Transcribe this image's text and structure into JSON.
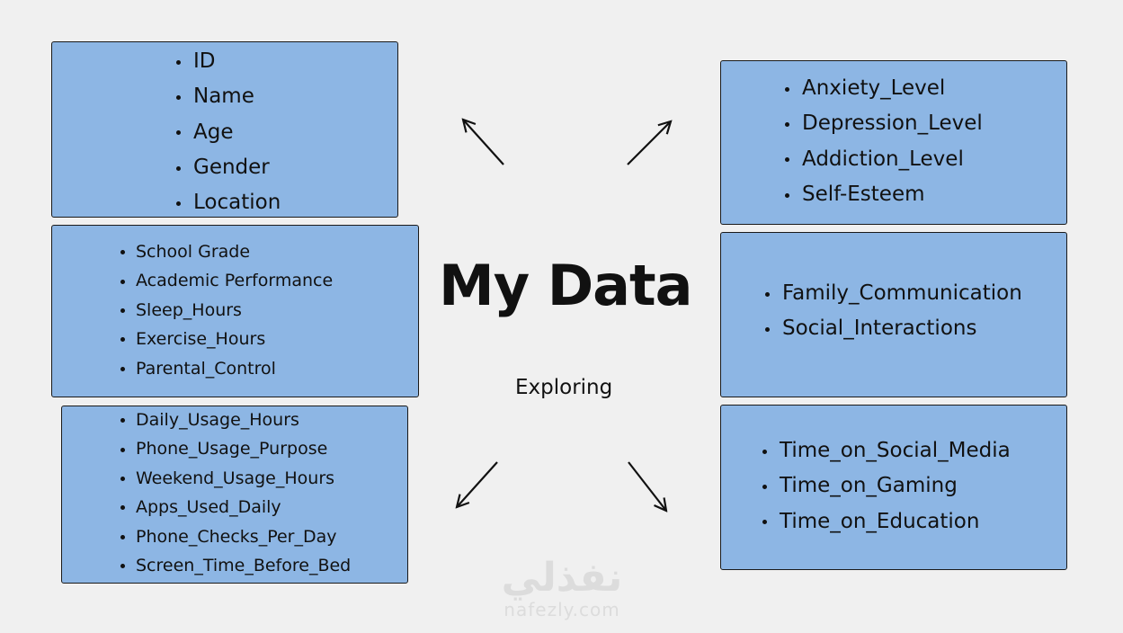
{
  "title": "My Data",
  "subtitle": "Exploring",
  "boxes": {
    "top_left": [
      "ID",
      "Name",
      "Age",
      "Gender",
      "Location"
    ],
    "mid_left": [
      "School Grade",
      "Academic Performance",
      "Sleep_Hours",
      "Exercise_Hours",
      "Parental_Control"
    ],
    "bottom_left": [
      "Daily_Usage_Hours",
      "Phone_Usage_Purpose",
      "Weekend_Usage_Hours",
      "Apps_Used_Daily",
      "Phone_Checks_Per_Day",
      "Screen_Time_Before_Bed"
    ],
    "top_right": [
      "Anxiety_Level",
      "Depression_Level",
      "Addiction_Level",
      "Self-Esteem"
    ],
    "mid_right": [
      "Family_Communication",
      "Social_Interactions"
    ],
    "bottom_right": [
      "Time_on_Social_Media",
      "Time_on_Gaming",
      "Time_on_Education"
    ]
  },
  "watermark": {
    "arabic": "نفذلي",
    "latin": "nafezly.com"
  },
  "colors": {
    "box_fill": "#8db6e4",
    "background": "#f0f0f0",
    "text": "#111111"
  }
}
